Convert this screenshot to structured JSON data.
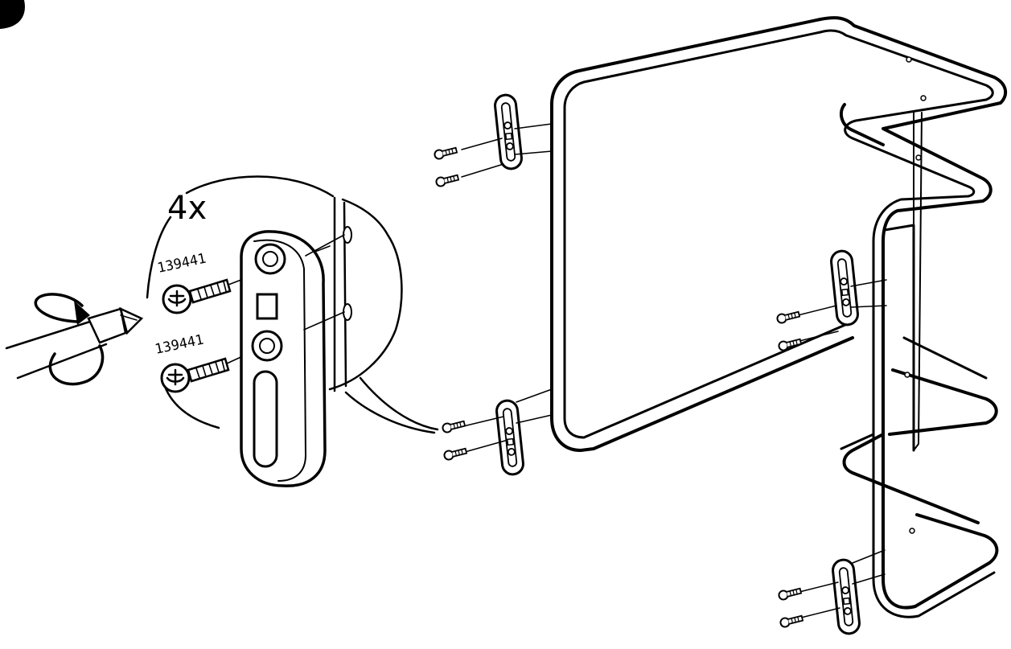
{
  "callout": {
    "quantity": "4x",
    "screw_part_top": "139441",
    "screw_part_bottom": "139441"
  },
  "colors": {
    "ink": "#000000",
    "paper": "#ffffff"
  },
  "icons": [
    "screwdriver-icon",
    "rotation-arrow-icon",
    "screw-icon",
    "bracket-icon",
    "wire-frame-icon"
  ]
}
